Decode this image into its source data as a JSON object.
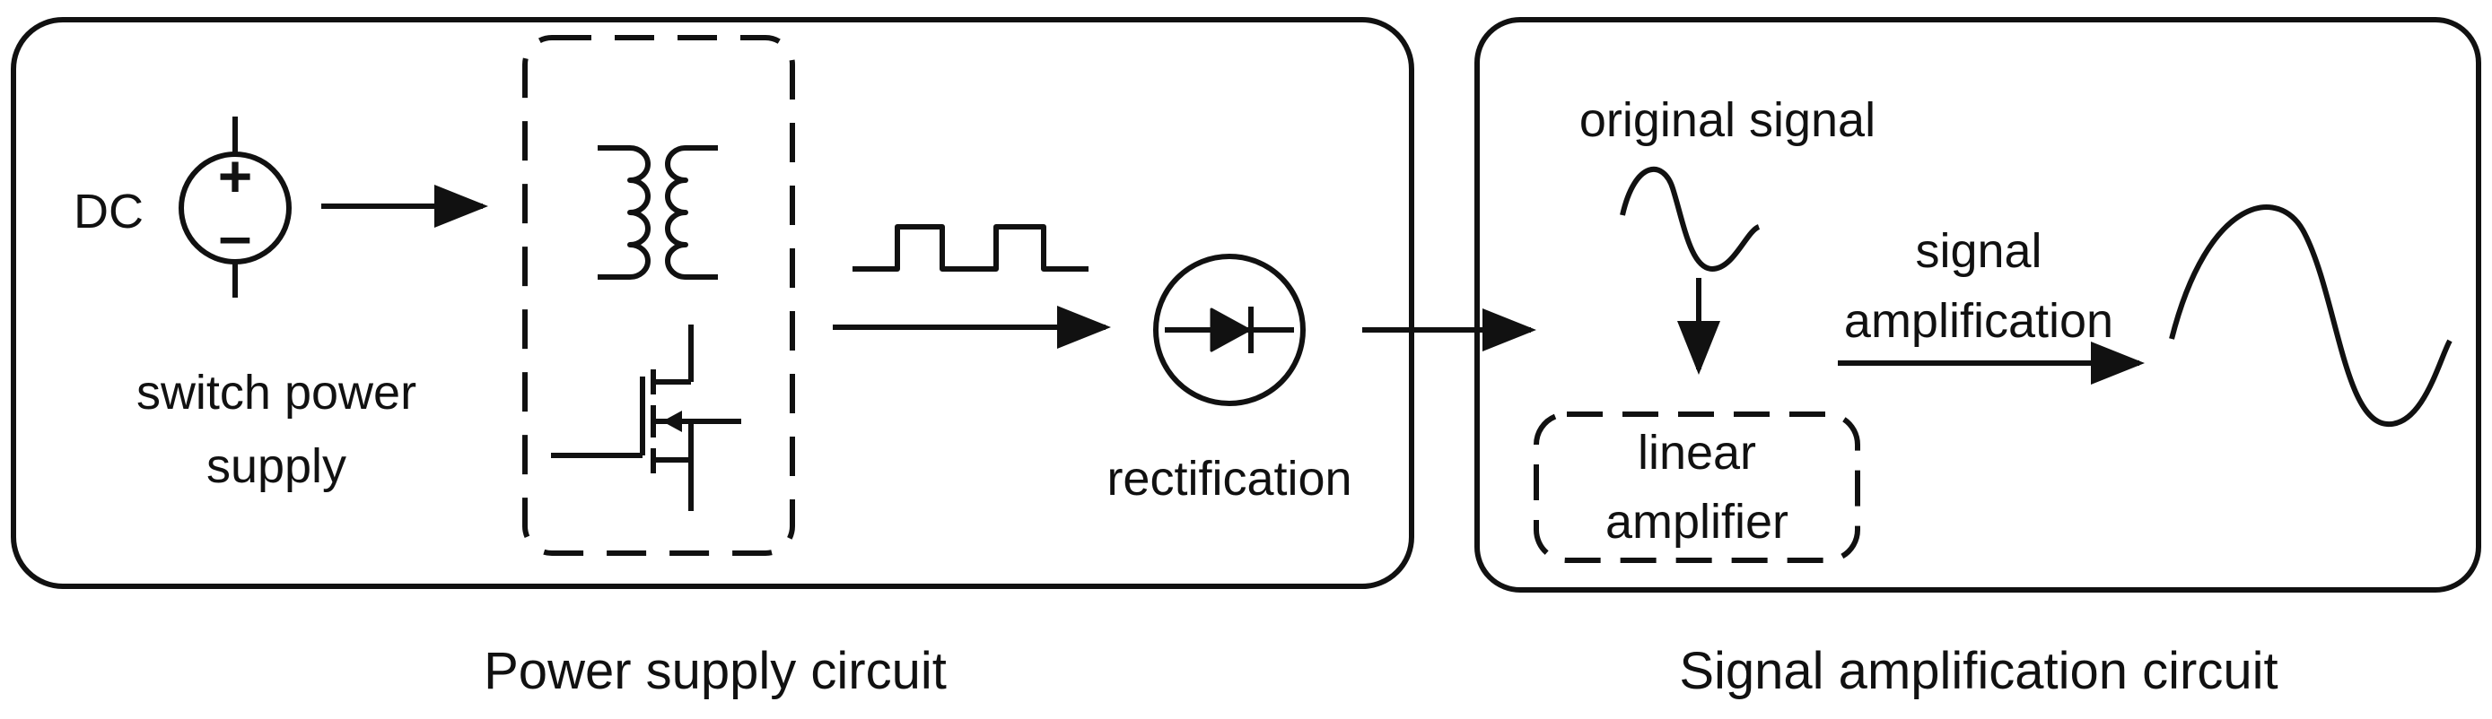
{
  "diagram": {
    "stroke_color": "#111111",
    "background": "#ffffff",
    "power_panel": {
      "caption": "Power supply circuit",
      "dc_label": "DC",
      "plus_sign": "+",
      "minus_sign": "–",
      "switch_label_line1": "switch power",
      "switch_label_line2": "supply",
      "rectification_label": "rectification"
    },
    "signal_panel": {
      "caption": "Signal amplification circuit",
      "original_signal_label": "original signal",
      "amplification_label_line1": "signal",
      "amplification_label_line2": "amplification",
      "amplifier_label_line1": "linear",
      "amplifier_label_line2": "amplifier"
    }
  }
}
